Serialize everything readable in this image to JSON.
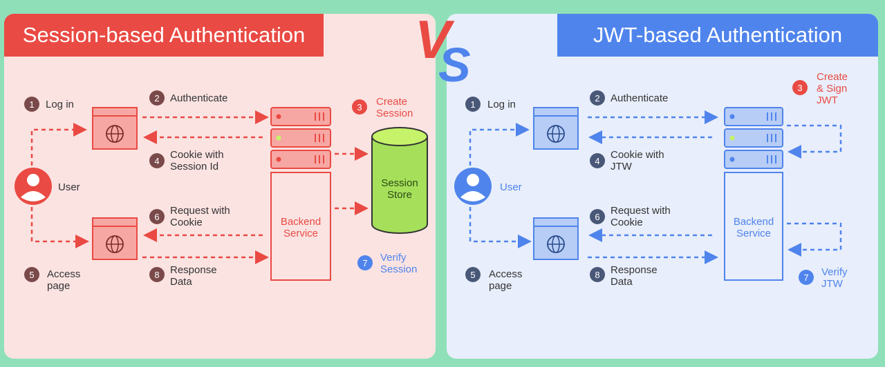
{
  "session": {
    "title": "Session-based Authentication",
    "steps": {
      "s1": "Log in",
      "s2": "Authenticate",
      "s3": [
        "Create",
        "Session"
      ],
      "s4": [
        "Cookie with",
        "Session Id"
      ],
      "s5": [
        "Access",
        "page"
      ],
      "s6": [
        "Request with",
        "Cookie"
      ],
      "s7": [
        "Verify",
        "Session"
      ],
      "s8": [
        "Response",
        "Data"
      ]
    },
    "user_label": "User",
    "backend_label": [
      "Backend",
      "Service"
    ],
    "store_label": [
      "Session",
      "Store"
    ],
    "numbers": [
      "1",
      "2",
      "3",
      "4",
      "5",
      "6",
      "7",
      "8"
    ]
  },
  "jwt": {
    "title": "JWT-based Authentication",
    "steps": {
      "s1": "Log in",
      "s2": "Authenticate",
      "s3": [
        "Create",
        "& Sign",
        "JWT"
      ],
      "s4": [
        "Cookie with",
        "JTW"
      ],
      "s5": [
        "Access",
        "page"
      ],
      "s6": [
        "Request with",
        "Cookie"
      ],
      "s7": [
        "Verify",
        "JTW"
      ],
      "s8": [
        "Response",
        "Data"
      ]
    },
    "user_label": "User",
    "backend_label": [
      "Backend",
      "Service"
    ],
    "numbers": [
      "1",
      "2",
      "3",
      "4",
      "5",
      "6",
      "7",
      "8"
    ]
  },
  "vs": {
    "v": "V",
    "s": "S"
  },
  "colors": {
    "red": "#e94a43",
    "blue": "#4f84ec",
    "dark_badge": "#7a4a4a",
    "dark_badge_blue": "#4a5878",
    "store_green": "#a6e05a"
  }
}
